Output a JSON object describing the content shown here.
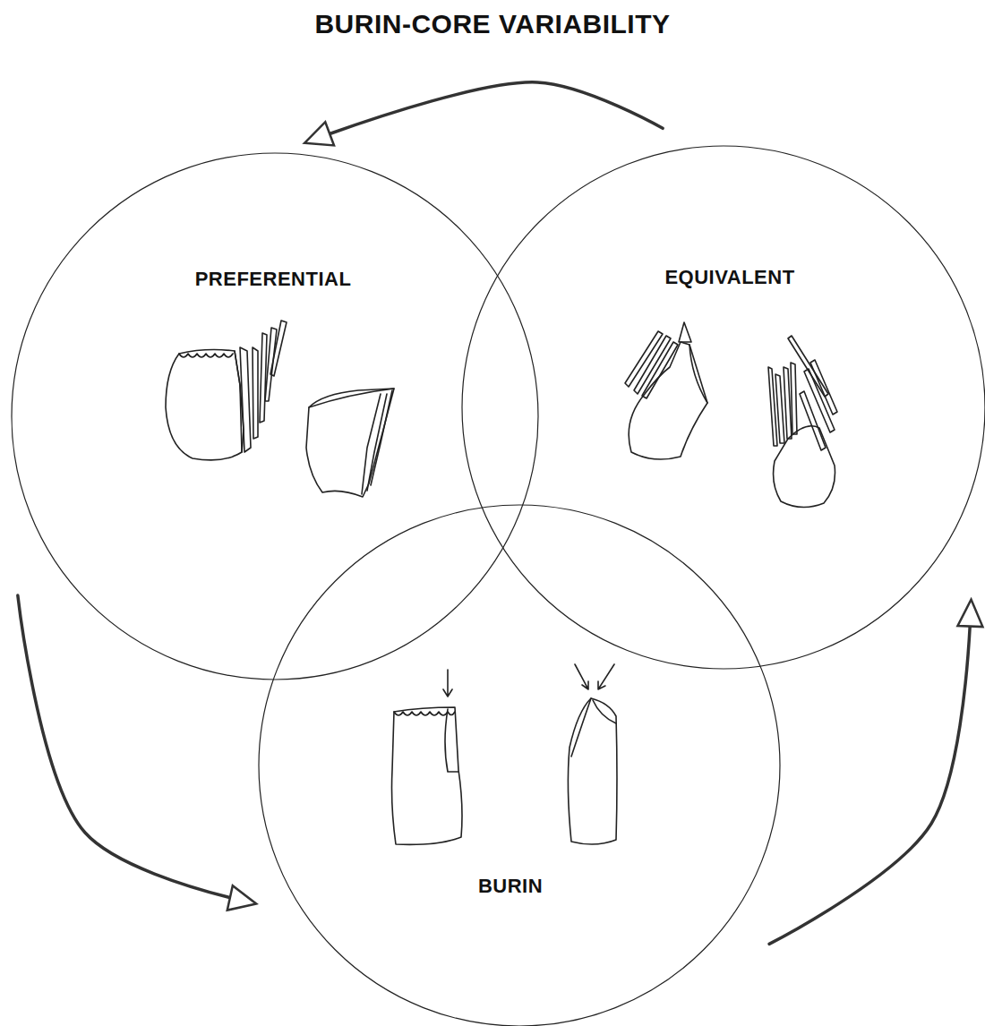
{
  "diagram": {
    "title": "BURIN-CORE VARIABILITY",
    "nodes": [
      {
        "text": [
          "PREFERENTIAL"
        ]
      },
      {
        "text": [
          "EQUIVALENT"
        ]
      },
      {
        "text": [
          "BURIN"
        ]
      }
    ],
    "edges": [
      {
        "from": 1,
        "to": 0,
        "arrow": "to"
      },
      {
        "from": 0,
        "to": 2,
        "arrow": "to"
      },
      {
        "from": 2,
        "to": 1,
        "arrow": "to"
      }
    ]
  }
}
